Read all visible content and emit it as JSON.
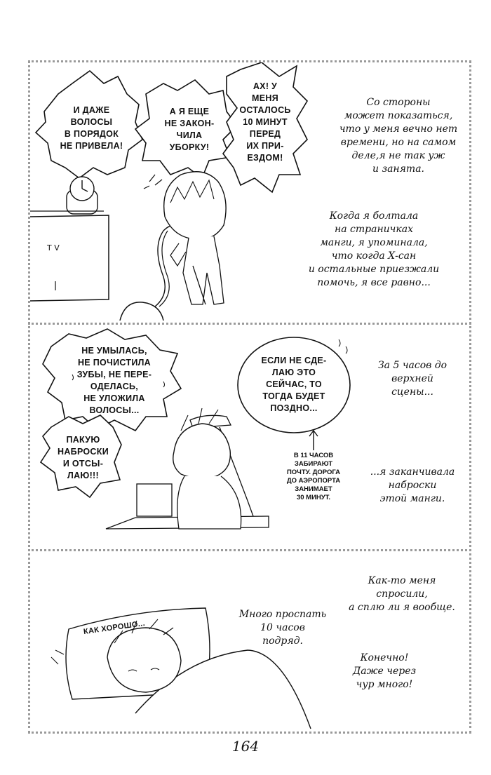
{
  "panel1": {
    "bubble_left": [
      "И ДАЖЕ",
      "ВОЛОСЫ",
      "В ПОРЯДОК",
      "НЕ ПРИВЕЛА!"
    ],
    "bubble_mid": [
      "А Я ЕЩЕ",
      "НЕ ЗАКОН-",
      "ЧИЛА",
      "УБОРКУ!"
    ],
    "bubble_right": [
      "АХ! У",
      "МЕНЯ",
      "ОСТАЛОСЬ",
      "10 МИНУТ",
      "ПЕРЕД",
      "ИХ ПРИ-",
      "ЕЗДОМ!"
    ],
    "narration_top": [
      "Со стороны",
      "может показаться,",
      "что у меня вечно нет",
      "времени, но на самом",
      "деле,я не так уж",
      "и занята."
    ],
    "narration_bottom": [
      "Когда я болтала",
      "на страничках",
      "манги, я упоминала,",
      "что когда Х-сан",
      "и остальные приезжали",
      "помочь, я все равно..."
    ],
    "tv_label": "T V"
  },
  "panel2": {
    "bubble_top_left": [
      "НЕ УМЫЛАСЬ,",
      "НЕ ПОЧИСТИЛА",
      "ЗУБЫ, НЕ ПЕРЕ-",
      "ОДЕЛАСЬ,",
      "НЕ УЛОЖИЛА",
      "ВОЛОСЫ..."
    ],
    "bubble_bottom_left": [
      "ПАКУЮ",
      "НАБРОСКИ",
      "И ОТСЫ-",
      "ЛАЮ!!!"
    ],
    "bubble_center": [
      "ЕСЛИ НЕ СДЕ-",
      "ЛАЮ ЭТО",
      "СЕЙЧАС, ТО",
      "ТОГДА БУДЕТ",
      "ПОЗДНО..."
    ],
    "note": [
      "В 11 ЧАСОВ",
      "ЗАБИРАЮТ",
      "ПОЧТУ. ДОРОГА",
      "ДО АЭРОПОРТА",
      "ЗАНИМАЕТ",
      "30 МИНУТ."
    ],
    "narration_top": [
      "За 5 часов до",
      "верхней",
      "сцены..."
    ],
    "narration_bottom": [
      "...я заканчивала",
      "наброски",
      "этой манги."
    ]
  },
  "panel3": {
    "sleep_caption": "КАК ХОРОШО...",
    "narration_right": [
      "Как-то меня",
      "спросили,",
      "а сплю ли я вообще."
    ],
    "narration_mid": [
      "Много проспать",
      "10 часов",
      "подряд."
    ],
    "narration_bottom": [
      "Конечно!",
      "Даже через",
      "чур много!"
    ]
  },
  "page_number": "164"
}
